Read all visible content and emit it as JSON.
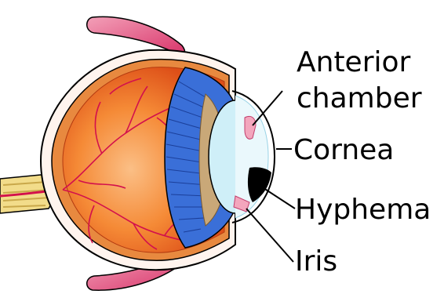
{
  "labels": {
    "anterior_line1": "Anterior",
    "anterior_line2": "chamber",
    "cornea": "Cornea",
    "hyphema": "Hyphema",
    "iris": "Iris"
  },
  "colors": {
    "retina": "#f0862a",
    "sclera": "#f6a56b",
    "iris": "#3a6fd8",
    "lens": "#cfeff8",
    "vessel": "#d3104c",
    "hyphema": "#000000",
    "muscle": "#e0547a"
  }
}
